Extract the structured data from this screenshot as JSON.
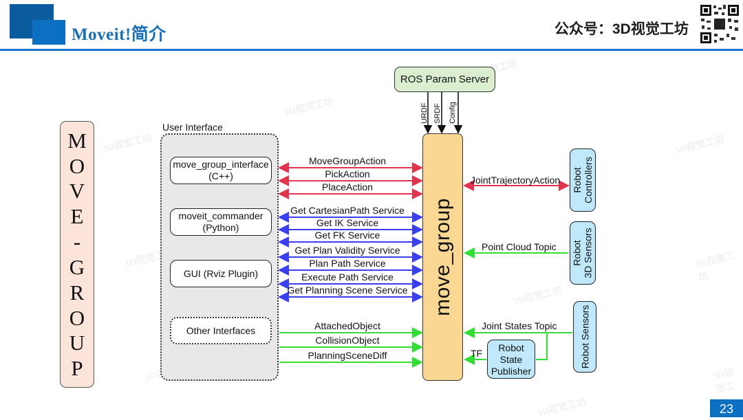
{
  "header": {
    "title": "Moveit!简介",
    "brand": "公众号：3D视觉工坊",
    "qr_icon": "qr-code-icon",
    "accent": "#1876c8"
  },
  "page_number": "23",
  "watermark": "3D视觉工坊",
  "diagram": {
    "vertical_title": [
      "M",
      "O",
      "V",
      "E",
      "-",
      "G",
      "R",
      "O",
      "U",
      "P"
    ],
    "user_interface_label": "User Interface",
    "interfaces": [
      {
        "line1": "move_group_interface",
        "line2": "(C++)"
      },
      {
        "line1": "moveit_commander",
        "line2": "(Python)"
      },
      {
        "line1": "GUI (Rviz Plugin)",
        "line2": ""
      },
      {
        "line1": "Other Interfaces",
        "line2": ""
      }
    ],
    "ros_param_server": "ROS Param Server",
    "param_inputs": [
      "URDF",
      "SRDF",
      "Config"
    ],
    "core": "move_group",
    "actions": [
      "MoveGroupAction",
      "PickAction",
      "PlaceAction"
    ],
    "services": [
      "Get CartesianPath Service",
      "Get IK Service",
      "Get FK Service",
      "Get Plan Validity Service",
      "Plan Path Service",
      "Execute Path Service",
      "Get Planning Scene Service"
    ],
    "topics_in": [
      "AttachedObject",
      "CollisionObject",
      "PlanningSceneDiff"
    ],
    "right_links": {
      "controllers": "JointTrajectoryAction",
      "point_cloud": "Point Cloud Topic",
      "joint_states": "Joint States Topic",
      "tf": "TF"
    },
    "right_nodes": {
      "controllers": {
        "line1": "Robot",
        "line2": "Controllers"
      },
      "sensors3d": {
        "line1": "Robot",
        "line2": "3D Sensors"
      },
      "sensors": "Robot Sensors",
      "rsp": {
        "line1": "Robot",
        "line2": "State",
        "line3": "Publisher"
      }
    },
    "colors": {
      "action": "#e0344f",
      "service": "#3a3ff0",
      "topic": "#33dd33",
      "param": "#111111"
    }
  }
}
